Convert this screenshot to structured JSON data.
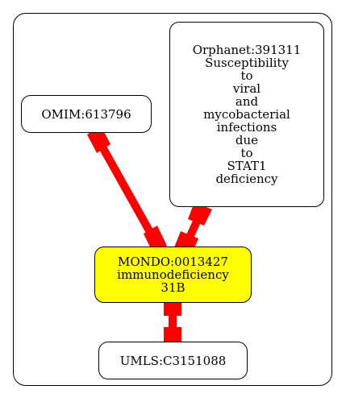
{
  "nodes": {
    "omim": {
      "lines": [
        "OMIM:613796"
      ]
    },
    "orphanet": {
      "lines": [
        "Orphanet:391311",
        "Susceptibility",
        "to",
        "viral",
        "and",
        "mycobacterial",
        "infections",
        "due",
        "to",
        "STAT1",
        "deficiency"
      ]
    },
    "mondo": {
      "lines": [
        "MONDO:0013427",
        "immunodeficiency",
        "31B"
      ]
    },
    "umls": {
      "lines": [
        "UMLS:C3151088"
      ]
    }
  },
  "colors": {
    "edge": "#ff0000",
    "center_fill": "#ffff00",
    "node_border": "#000000"
  }
}
